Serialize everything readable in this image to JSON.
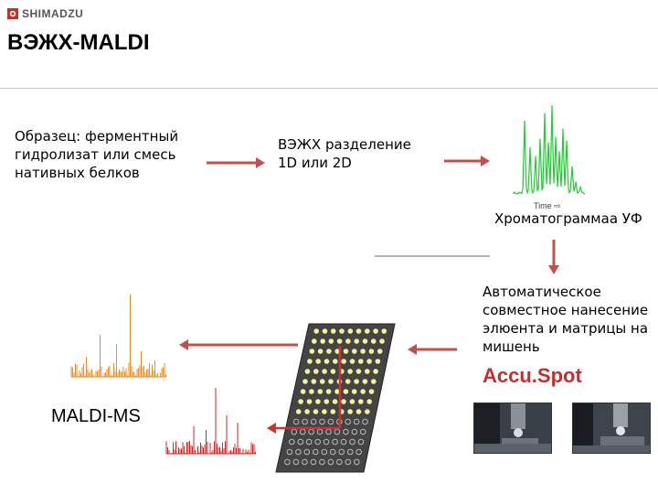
{
  "header": {
    "logo_text": "SHIMADZU",
    "title": "ВЭЖХ-MALDI"
  },
  "steps": {
    "sample_text": "Образец: ферментный гидролизат или смесь нативных белков",
    "hplc_line1": "ВЭЖХ разделение",
    "hplc_line2": "1D или 2D",
    "chromatogram_time_label": "Time ⇨",
    "chromatogram_label": "Хроматограммаа УФ",
    "spotting_text": "Автоматическое совместное нанесение элюента и матрицы на мишень",
    "brand": "Accu.Spot",
    "maldi_label": "MALDI-MS"
  },
  "colors": {
    "arrow": "#c0504d",
    "chromatogram": "#22cc33",
    "spectrum_orange": "#f28a1e",
    "spectrum_red": "#e02020",
    "spot_yellow": "#f4f29a",
    "plate": "#444444"
  },
  "icons": [
    "shimadzu-logo-icon",
    "arrow-right-icon",
    "arrow-down-icon",
    "arrow-left-icon"
  ]
}
